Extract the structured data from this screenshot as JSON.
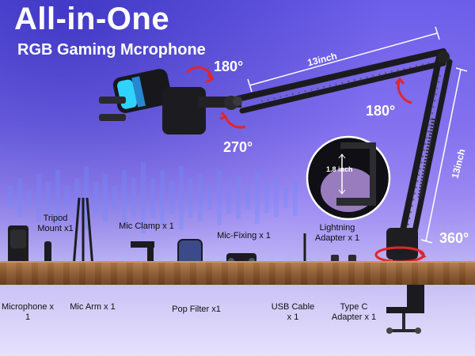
{
  "header": {
    "title": "All-in-One",
    "subtitle": "RGB Gaming Mcrophone"
  },
  "angles": {
    "top_mic": "180°",
    "bottom_mic": "270°",
    "elbow": "180°",
    "base": "360°"
  },
  "dimensions": {
    "upper_arm": "13inch",
    "lower_arm": "13inch",
    "inset": "1.8 inch"
  },
  "accessories": {
    "microphone": "Microphone x 1",
    "tripod": "Tripod Mount x1",
    "mic_arm": "Mic Arm x 1",
    "mic_clamp": "Mic Clamp x 1",
    "pop_filter": "Pop Filter x1",
    "mic_fixing": "Mic-Fixing x 1",
    "usb_cable": "USB Cable x 1",
    "lightning": "Lightning Adapter x 1",
    "type_c": "Type C Adapter x 1"
  },
  "colors": {
    "background_top": "#5f58e6",
    "background_bottom": "#e6e2fb",
    "arrow_red": "#e0262a",
    "mic_rgb_cyan": "#2fd3ff",
    "desk_wood": "#8d5b31"
  }
}
